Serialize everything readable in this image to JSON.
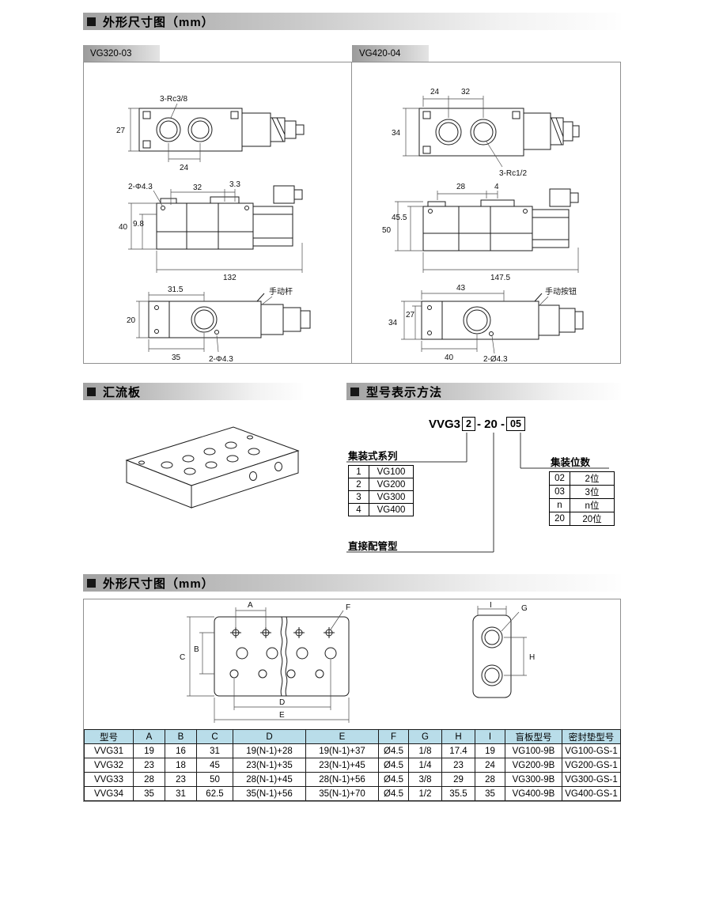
{
  "sections": {
    "dim1_title": "外形尺寸图（mm）",
    "manifold_title": "汇流板",
    "model_title": "型号表示方法",
    "dim2_title": "外形尺寸图（mm）"
  },
  "panels": {
    "vg320": {
      "tab": "VG320-03",
      "labels": {
        "thread": "3-Rc3/8",
        "d27": "27",
        "d24": "24",
        "holes_front": "2-Φ4.3",
        "d32": "32",
        "d33": "3.3",
        "d40": "40",
        "d98": "9.8",
        "d132": "132",
        "d315": "31.5",
        "lever": "手动杆",
        "d20": "20",
        "d35": "35",
        "holes_side": "2-Φ4.3"
      }
    },
    "vg420": {
      "tab": "VG420-04",
      "labels": {
        "d24": "24",
        "d32": "32",
        "d34": "34",
        "thread": "3-Rc1/2",
        "d28": "28",
        "d4": "4",
        "d50": "50",
        "d455": "45.5",
        "d1475": "147.5",
        "d43": "43",
        "button": "手动按钮",
        "h34": "34",
        "h27": "27",
        "d40": "40",
        "holes": "2-Ø4.3"
      }
    }
  },
  "model_code": {
    "prefix": "VVG3",
    "box1": "2",
    "middle": "- 20 -",
    "box2": "05",
    "series_label": "集装式系列",
    "series_rows": [
      [
        "1",
        "VG100"
      ],
      [
        "2",
        "VG200"
      ],
      [
        "3",
        "VG300"
      ],
      [
        "4",
        "VG400"
      ]
    ],
    "stations_label": "集装位数",
    "stations_rows": [
      [
        "02",
        "2位"
      ],
      [
        "03",
        "3位"
      ],
      [
        "n",
        "n位"
      ],
      [
        "20",
        "20位"
      ]
    ],
    "direct_label": "直接配管型"
  },
  "letters": {
    "A": "A",
    "B": "B",
    "C": "C",
    "D": "D",
    "E": "E",
    "F": "F",
    "G": "G",
    "H": "H",
    "I": "I"
  },
  "spec_table": {
    "headers": [
      "型号",
      "A",
      "B",
      "C",
      "D",
      "E",
      "F",
      "G",
      "H",
      "I",
      "盲板型号",
      "密封垫型号"
    ],
    "rows": [
      [
        "VVG31",
        "19",
        "16",
        "31",
        "19(N-1)+28",
        "19(N-1)+37",
        "Ø4.5",
        "1/8",
        "17.4",
        "19",
        "VG100-9B",
        "VG100-GS-1"
      ],
      [
        "VVG32",
        "23",
        "18",
        "45",
        "23(N-1)+35",
        "23(N-1)+45",
        "Ø4.5",
        "1/4",
        "23",
        "24",
        "VG200-9B",
        "VG200-GS-1"
      ],
      [
        "VVG33",
        "28",
        "23",
        "50",
        "28(N-1)+45",
        "28(N-1)+56",
        "Ø4.5",
        "3/8",
        "29",
        "28",
        "VG300-9B",
        "VG300-GS-1"
      ],
      [
        "VVG34",
        "35",
        "31",
        "62.5",
        "35(N-1)+56",
        "35(N-1)+70",
        "Ø4.5",
        "1/2",
        "35.5",
        "35",
        "VG400-9B",
        "VG400-GS-1"
      ]
    ]
  }
}
